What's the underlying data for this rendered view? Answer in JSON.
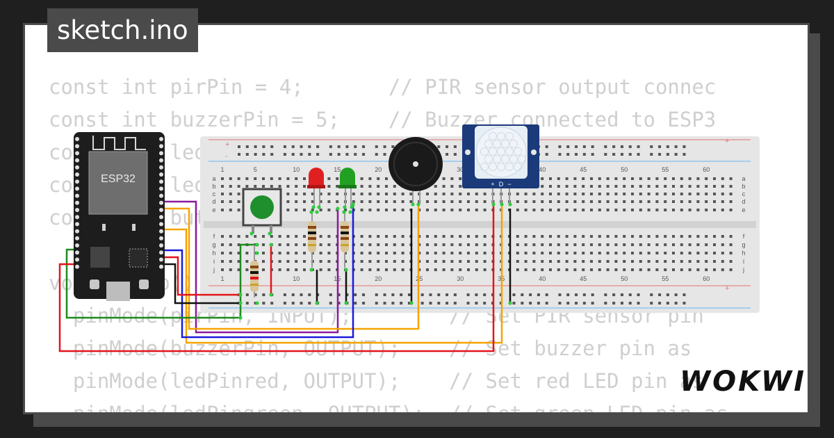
{
  "tab": {
    "title": "sketch.ino"
  },
  "code_lines": [
    "const int pirPin = 4;       // PIR sensor output connec",
    "const int buzzerPin = 5;    // Buzzer connected to ESP3",
    "const int ledPinred = 18;   // Red LED connected to ESP",
    "const int ledPingreen = 19; // Green LED connected to E",
    "const int buttonPin = 21;   // Button connected to ESP3",
    "",
    "void setup() {",
    "  pinMode(pirPin, INPUT);        // Set PIR sensor pin",
    "  pinMode(buzzerPin, OUTPUT);    // Set buzzer pin as",
    "  pinMode(ledPinred, OUTPUT);    // Set red LED pin as",
    "  pinMode(ledPingreen, OUTPUT);  // Set green LED pin as"
  ],
  "board": {
    "label": "ESP32"
  },
  "breadboard": {
    "column_labels": [
      "1",
      "5",
      "10",
      "15",
      "20",
      "25",
      "30",
      "35",
      "40",
      "45",
      "50",
      "55",
      "60"
    ],
    "top_row_letters": [
      "a",
      "b",
      "c",
      "d",
      "e"
    ],
    "bottom_row_letters": [
      "f",
      "g",
      "h",
      "i",
      "j"
    ],
    "rail_plus": "+",
    "rail_minus": "-"
  },
  "pir": {
    "pin_labels": [
      "+",
      "D",
      "−"
    ]
  },
  "brand": {
    "logo_text": "WOKWI"
  },
  "colors": {
    "wire_red": "#e3141b",
    "wire_black": "#111111",
    "wire_blue": "#1a1adb",
    "wire_orange": "#f5a300",
    "wire_purple": "#8a1a9b",
    "wire_green": "#1f8a1f",
    "led_red": "#e02020",
    "led_green": "#22a022",
    "button_cap": "#1f8f2e",
    "board": "#1d1d1d",
    "pir_frame": "#1a3a7a"
  }
}
